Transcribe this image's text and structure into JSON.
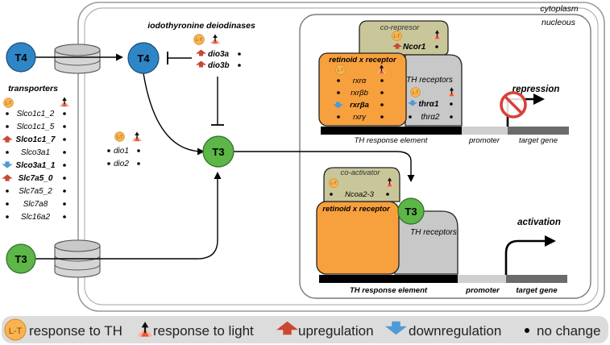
{
  "labels": {
    "cytoplasm": "cytoplasm",
    "nucleous": "nucleous",
    "deiodinases_title": "iodothyronine deiodinases",
    "transporters_title": "transporters",
    "co_repressor": "co-represor",
    "co_activator": "co-activator",
    "rxr_receptor_top": "retinoid x receptor",
    "rxr_receptor_bottom": "retinoid x receptor",
    "th_receptors_top": "TH receptors",
    "th_receptors_bottom": "TH receptors",
    "th_response_top": "TH response element",
    "th_response_bottom": "TH response element",
    "promoter_top": "promoter",
    "promoter_bottom": "promoter",
    "target_gene_top": "target gene",
    "target_gene_bottom": "target gene",
    "repression": "repression",
    "activation": "activation",
    "lt_badge": "L-T"
  },
  "hormones": {
    "t4_outside": "T4",
    "t4_inside": "T4",
    "t3_outside": "T3",
    "t3_inside": "T3",
    "t3_bound": "T3"
  },
  "genes": {
    "dio3a": "dio3a",
    "dio3b": "dio3b",
    "dio1": "dio1",
    "dio2": "dio2",
    "ncor1": "Ncor1",
    "rxra": "rxrα",
    "rxrbb": "rxrβb",
    "rxrba": "rxrβa",
    "rxrg": "rxrγ",
    "thra1": "thrα1",
    "thra2": "thrα2",
    "ncoa23": "Ncoa2-3"
  },
  "transporters": [
    {
      "name": "Slco1c1_2",
      "bold": false,
      "left_mark": "none"
    },
    {
      "name": "Slco1c1_5",
      "bold": false,
      "left_mark": "none"
    },
    {
      "name": "Slco1c1_7",
      "bold": true,
      "left_mark": "up"
    },
    {
      "name": "Slco3a1",
      "bold": false,
      "left_mark": "none"
    },
    {
      "name": "Slco3a1_1",
      "bold": true,
      "left_mark": "down"
    },
    {
      "name": "Slc7a5_0",
      "bold": true,
      "left_mark": "up"
    },
    {
      "name": "Slc7a5_2",
      "bold": false,
      "left_mark": "none"
    },
    {
      "name": "Slc7a8",
      "bold": false,
      "left_mark": "none"
    },
    {
      "name": "Slc16a2",
      "bold": false,
      "left_mark": "none"
    }
  ],
  "legend": {
    "lt_symbol": "L-T",
    "response_th": "response to TH",
    "response_light": "response to light",
    "upregulation": "upregulation",
    "downregulation": "downregulation",
    "no_change": "no change"
  },
  "colors": {
    "orange": "#f7a03e",
    "lt_fill": "#f9b450",
    "green": "#5cb648",
    "blue": "#2f86c6",
    "khaki": "#c9c79a",
    "gray": "#c8c8c8",
    "up_red": "#c94733",
    "down_blue": "#4e9ad6",
    "no_sign": "#d9413a"
  }
}
